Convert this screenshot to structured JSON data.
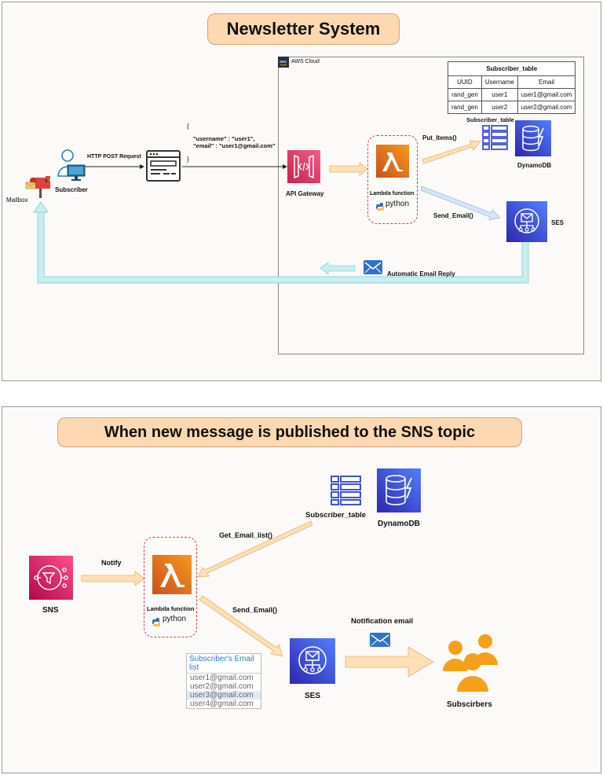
{
  "top": {
    "title": "Newsletter System",
    "cloud_label": "AWS Cloud",
    "mailbox_label": "Mailbox",
    "subscriber_label": "Subscriber",
    "http_label": "HTTP POST Request",
    "json_lines": [
      "{",
      "\"username\" : \"user1\",",
      "\"email\" : \"user1@gmail.com\"",
      "}"
    ],
    "api_label": "API Gateway",
    "lambda_label": "Lambda function",
    "python_label": "python",
    "put_label": "Put_Items()",
    "send_label": "Send_Email()",
    "table_icon_label": "Subscriber_table",
    "dynamo_label": "DynamoDB",
    "ses_label": "SES",
    "reply_label": "Automatic Email Reply",
    "table": {
      "caption": "Subscriber_table",
      "headers": [
        "UUID",
        "Username",
        "Email"
      ],
      "rows": [
        [
          "rand_gen",
          "user1",
          "user1@gmail.com"
        ],
        [
          "rand_gen",
          "user2",
          "user2@gmail.com"
        ]
      ]
    }
  },
  "bottom": {
    "title": "When new message is published to the SNS topic",
    "sns_label": "SNS",
    "notify_label": "Notify",
    "lambda_label": "Lambda function",
    "python_label": "python",
    "get_label": "Get_Email_list()",
    "table_label": "Subscriber_table",
    "dynamo_label": "DynamoDB",
    "send_label": "Send_Email()",
    "ses_label": "SES",
    "notif_label": "Notification email",
    "subscribers_label": "Subscirbers",
    "email_list": {
      "header": "Subscriber's Email list",
      "items": [
        "user1@gmail.com",
        "user2@gmail.com",
        "user3@gmail.com",
        "user4@gmail.com"
      ],
      "selected_index": 2
    }
  },
  "colors": {
    "lambda": "#ef7d13",
    "api": "#e7356b",
    "dynamo": "#3f51d6",
    "ses": "#4a57d9",
    "sns": "#e24a7a",
    "arrow_fill": "#fde0b6",
    "arrow_teal": "#c9eef0",
    "title_bg": "#fdd8b0"
  }
}
